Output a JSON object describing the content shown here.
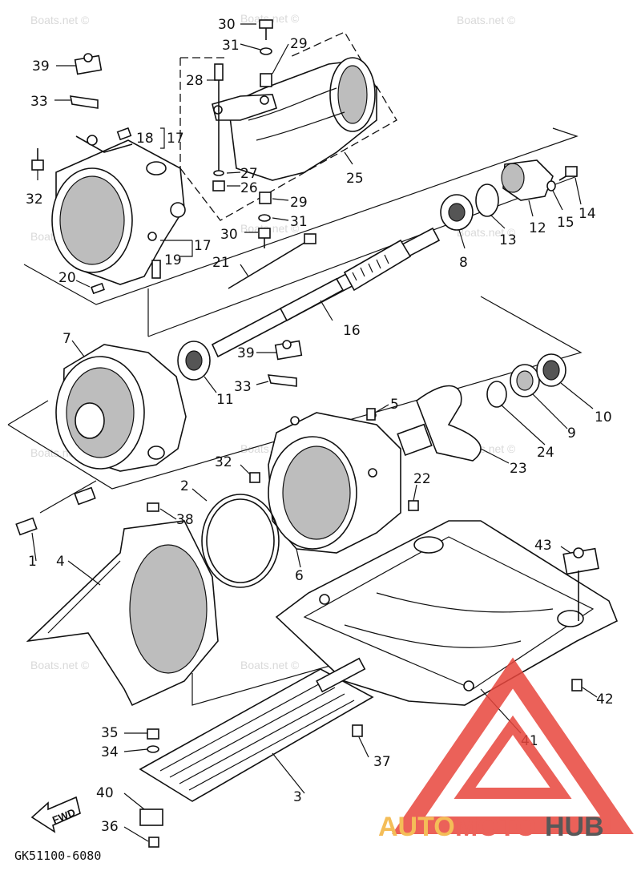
{
  "watermark": "Boats.net ©",
  "diagram_code": "GK51100-6080",
  "fwd_label": "FWD",
  "logo": {
    "part1": "AUTO",
    "part2": "MOTO",
    "part3": "HUB",
    "color_red": "#e8463d",
    "color_yellow": "#f3b23c",
    "color_gray": "#3c3c3c"
  },
  "labels": {
    "p1": "1",
    "p2": "2",
    "p3": "3",
    "p4": "4",
    "p5": "5",
    "p6": "6",
    "p7": "7",
    "p8": "8",
    "p9": "9",
    "p10": "10",
    "p11": "11",
    "p12": "12",
    "p13": "13",
    "p14": "14",
    "p15": "15",
    "p16": "16",
    "p17a": "17",
    "p17b": "17",
    "p18": "18",
    "p19": "19",
    "p20": "20",
    "p21": "21",
    "p22": "22",
    "p23": "23",
    "p24": "24",
    "p25": "25",
    "p26": "26",
    "p27": "27",
    "p28": "28",
    "p29a": "29",
    "p29b": "29",
    "p30a": "30",
    "p30b": "30",
    "p31a": "31",
    "p31b": "31",
    "p32a": "32",
    "p32b": "32",
    "p33a": "33",
    "p33b": "33",
    "p34": "34",
    "p35": "35",
    "p36": "36",
    "p37": "37",
    "p38": "38",
    "p39a": "39",
    "p39b": "39",
    "p40": "40",
    "p41": "41",
    "p42": "42",
    "p43": "43"
  }
}
